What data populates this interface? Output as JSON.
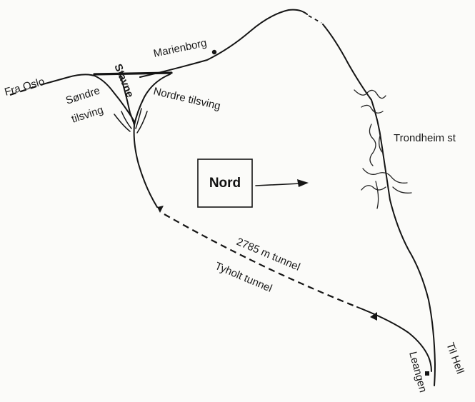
{
  "map": {
    "labels": {
      "fra_oslo": "Fra Oslo",
      "marienborg": "Marienborg",
      "stavne": "Stavne",
      "sondre_tilsving_line1": "Søndre",
      "sondre_tilsving_line2": "tilsving",
      "nordre_tilsving": "Nordre tilsving",
      "trondheim_st": "Trondheim st",
      "nord": "Nord",
      "tunnel_length": "2785 m tunnel",
      "tyholt_tunnel": "Tyholt tunnel",
      "til_hell": "Til Hell",
      "leangen": "Leangen"
    },
    "colors": {
      "line": "#151515",
      "background": "#fbfbf9"
    }
  }
}
